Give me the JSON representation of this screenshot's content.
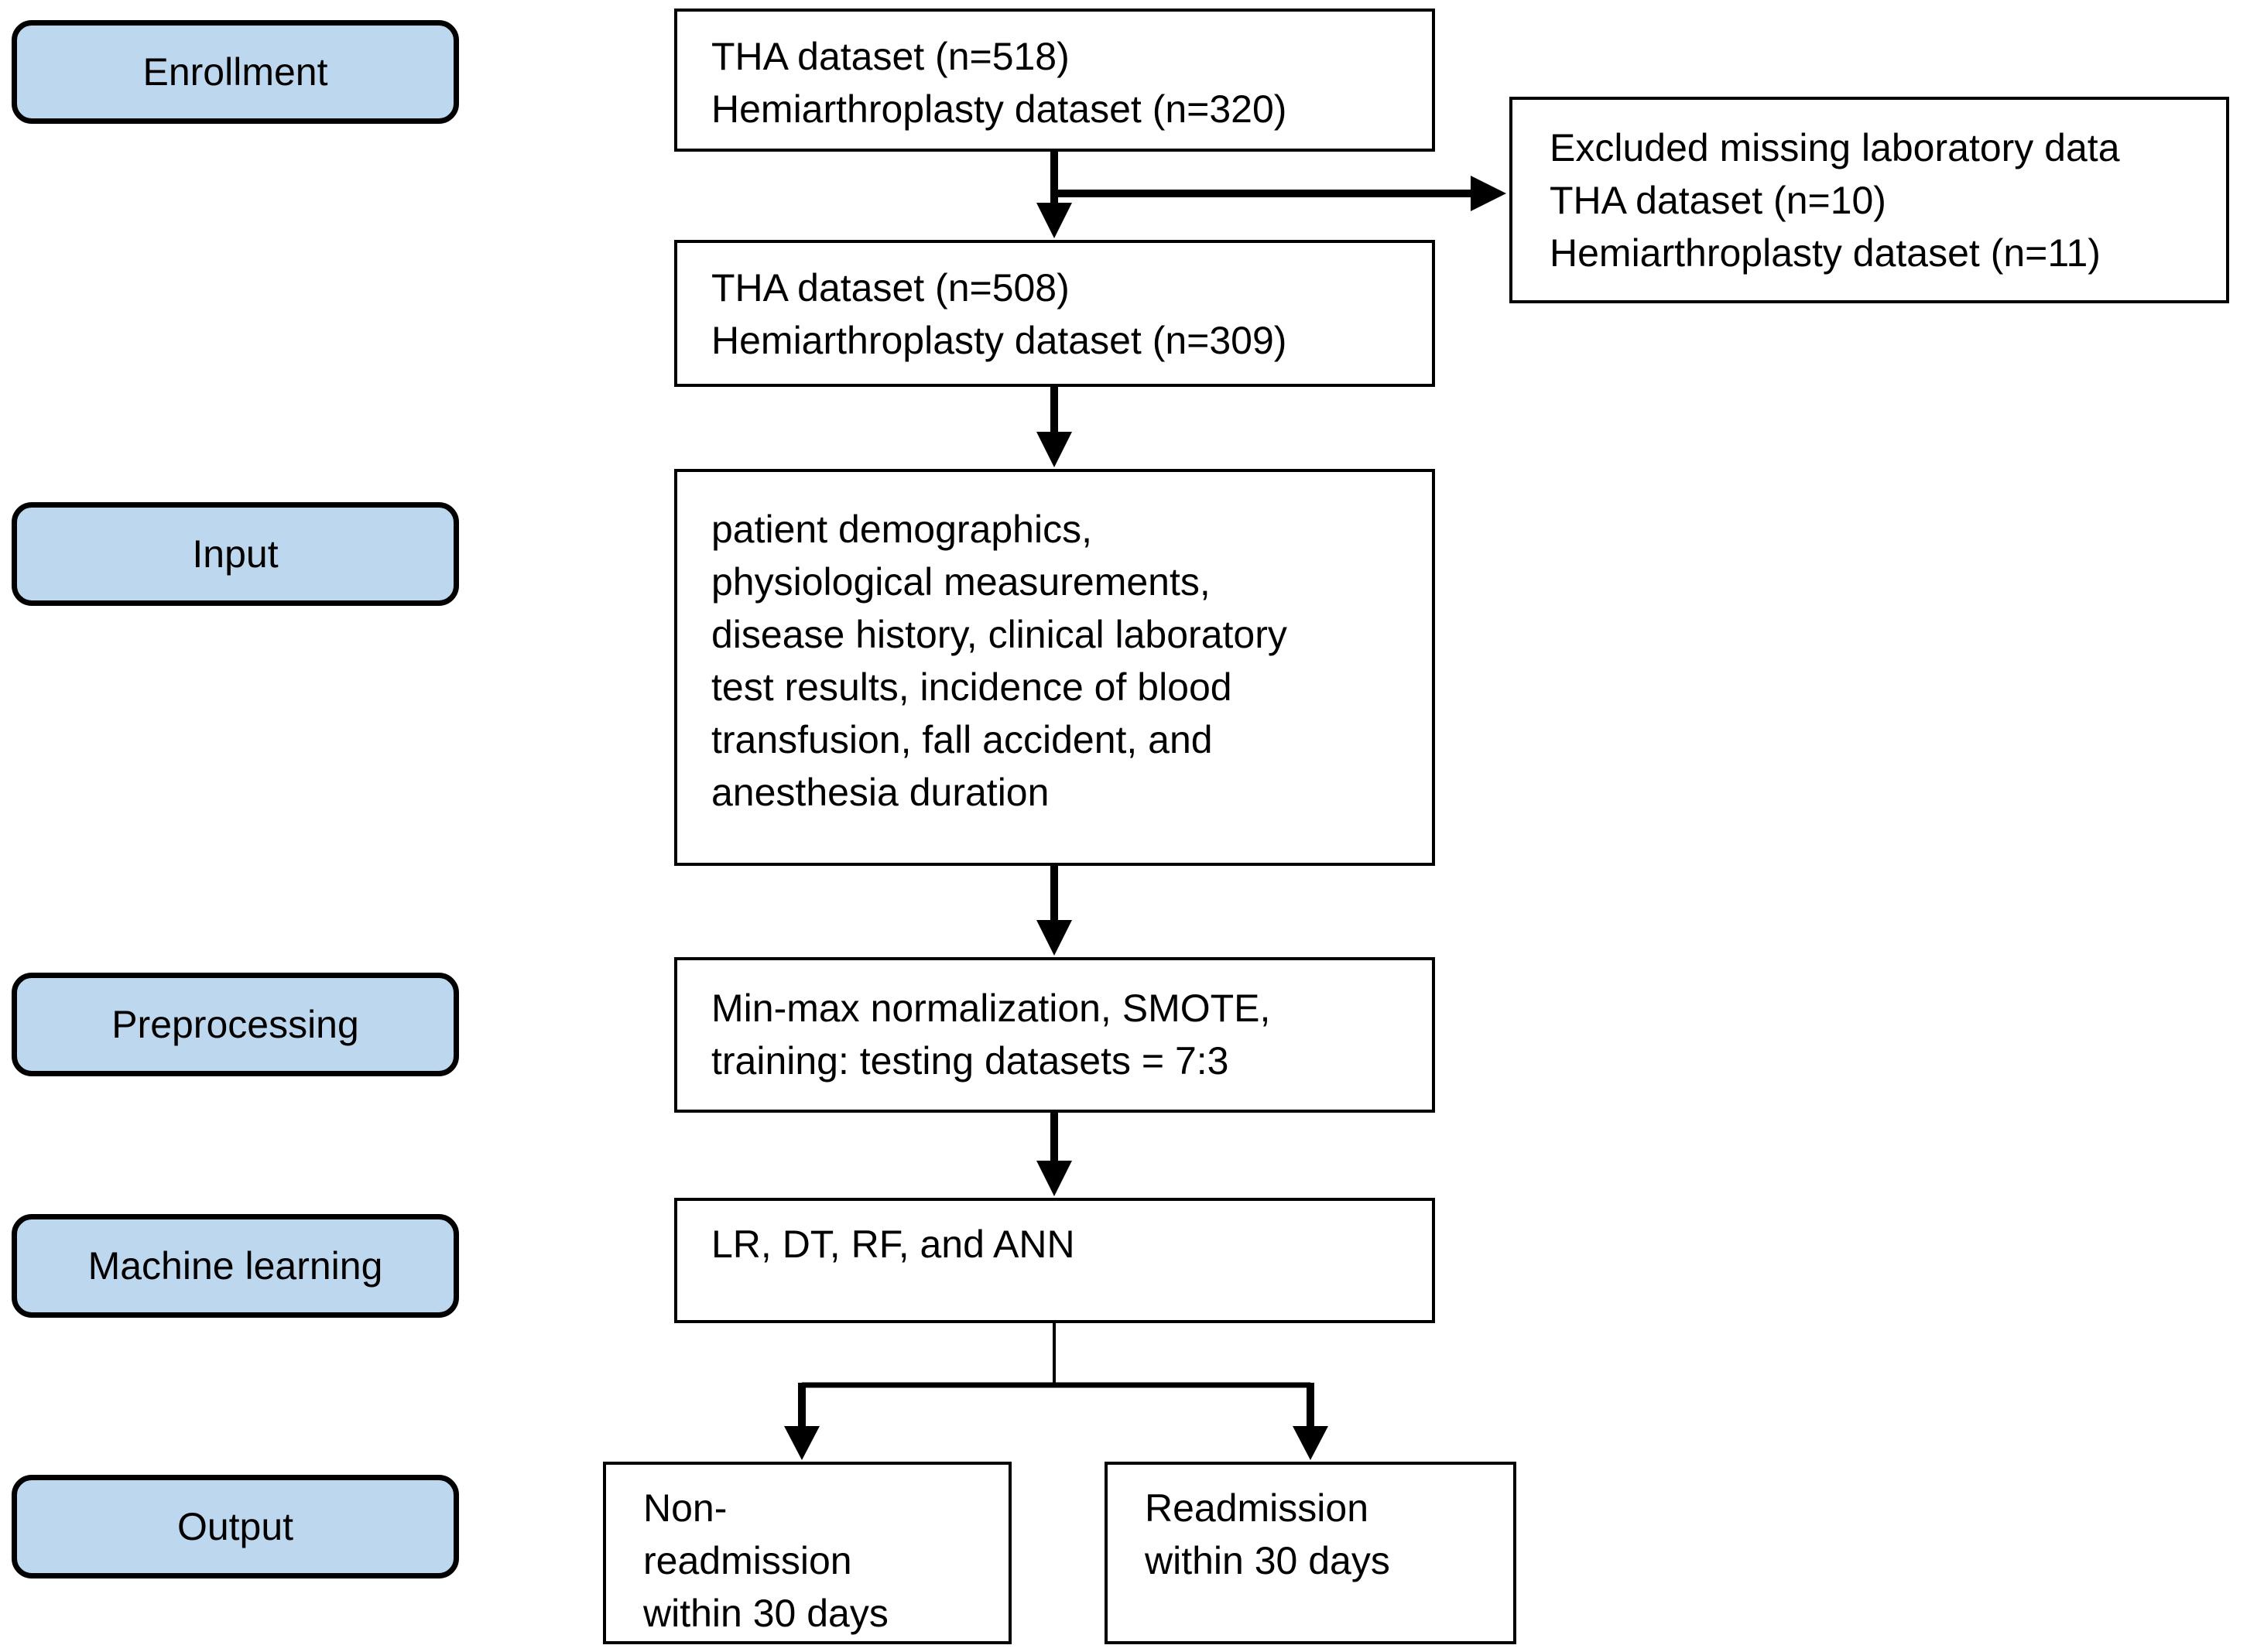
{
  "colors": {
    "stage_fill": "#BDD7EE",
    "border": "#000000",
    "background": "#FFFFFF"
  },
  "stages": {
    "enrollment": "Enrollment",
    "input": "Input",
    "preprocessing": "Preprocessing",
    "machine_learning": "Machine learning",
    "output": "Output"
  },
  "nodes": {
    "dataset_initial": {
      "lines": [
        "THA dataset (n=518)",
        "Hemiarthroplasty dataset (n=320)"
      ]
    },
    "excluded": {
      "lines": [
        "Excluded missing laboratory data",
        "THA dataset (n=10)",
        "Hemiarthroplasty dataset (n=11)"
      ]
    },
    "dataset_filtered": {
      "lines": [
        "THA dataset (n=508)",
        "Hemiarthroplasty dataset (n=309)"
      ]
    },
    "input_features": {
      "lines": [
        "patient demographics,",
        "physiological measurements,",
        "disease history, clinical laboratory",
        "test results, incidence of blood",
        "transfusion, fall accident, and",
        "anesthesia duration"
      ]
    },
    "preprocessing_steps": {
      "lines": [
        "Min-max normalization, SMOTE,",
        "training: testing datasets = 7:3"
      ]
    },
    "models": {
      "lines": [
        "LR, DT, RF, and ANN"
      ]
    },
    "outcome_non_readmission": {
      "lines": [
        "Non-",
        "readmission",
        "within 30 days"
      ]
    },
    "outcome_readmission": {
      "lines": [
        "Readmission",
        "within 30 days"
      ]
    }
  }
}
